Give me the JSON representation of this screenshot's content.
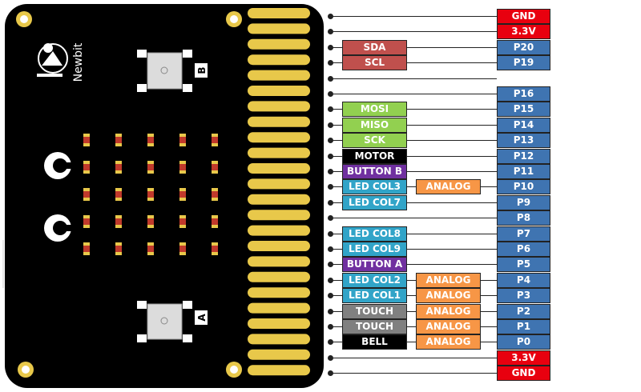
{
  "board": {
    "logo_text": "Newbit",
    "button_b_label": "B",
    "button_a_label": "A",
    "led_matrix": {
      "rows": 5,
      "cols": 5
    },
    "edge_pad_count": 24
  },
  "colors": {
    "power": "#e8000f",
    "pin": "#3f74b1",
    "i2c": "#c0504d",
    "spi": "#92d050",
    "motor": "#000000",
    "button": "#7030a0",
    "led": "#31a4c8",
    "analog": "#f79646",
    "touch": "#808080",
    "bell": "#000000"
  },
  "pinout": [
    {
      "pin": "GND",
      "type": "power"
    },
    {
      "pin": "3.3V",
      "type": "power"
    },
    {
      "pin": "P20",
      "func": "SDA",
      "func_type": "i2c"
    },
    {
      "pin": "P19",
      "func": "SCL",
      "func_type": "i2c"
    },
    {
      "pin": "",
      "type": "none"
    },
    {
      "pin": "P16"
    },
    {
      "pin": "P15",
      "func": "MOSI",
      "func_type": "spi"
    },
    {
      "pin": "P14",
      "func": "MISO",
      "func_type": "spi"
    },
    {
      "pin": "P13",
      "func": "SCK",
      "func_type": "spi"
    },
    {
      "pin": "P12",
      "func": "MOTOR",
      "func_type": "motor"
    },
    {
      "pin": "P11",
      "func": "BUTTON B",
      "func_type": "button"
    },
    {
      "pin": "P10",
      "func": "LED COL3",
      "func_type": "led",
      "analog": "ANALOG"
    },
    {
      "pin": "P9",
      "func": "LED COL7",
      "func_type": "led"
    },
    {
      "pin": "P8"
    },
    {
      "pin": "P7",
      "func": "LED COL8",
      "func_type": "led"
    },
    {
      "pin": "P6",
      "func": "LED COL9",
      "func_type": "led"
    },
    {
      "pin": "P5",
      "func": "BUTTON A",
      "func_type": "button"
    },
    {
      "pin": "P4",
      "func": "LED COL2",
      "func_type": "led",
      "analog": "ANALOG"
    },
    {
      "pin": "P3",
      "func": "LED COL1",
      "func_type": "led",
      "analog": "ANALOG"
    },
    {
      "pin": "P2",
      "func": "TOUCH",
      "func_type": "touch",
      "analog": "ANALOG"
    },
    {
      "pin": "P1",
      "func": "TOUCH",
      "func_type": "touch",
      "analog": "ANALOG"
    },
    {
      "pin": "P0",
      "func": "BELL",
      "func_type": "bell",
      "analog": "ANALOG"
    },
    {
      "pin": "3.3V",
      "type": "power"
    },
    {
      "pin": "GND",
      "type": "power"
    }
  ]
}
